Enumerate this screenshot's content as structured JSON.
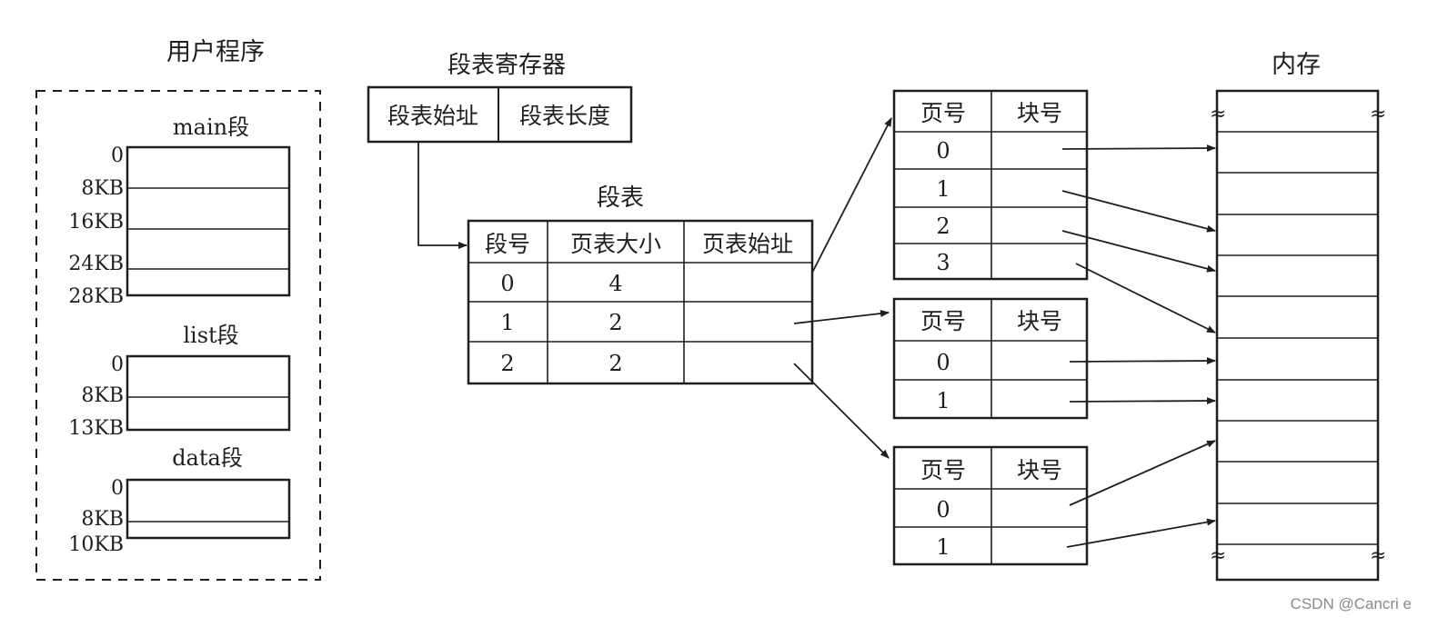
{
  "user_program": {
    "title": "用户程序",
    "segments": [
      {
        "name": "main段",
        "offsets": [
          "0",
          "8KB",
          "16KB",
          "24KB",
          "28KB"
        ]
      },
      {
        "name": "list段",
        "offsets": [
          "0",
          "8KB",
          "13KB"
        ]
      },
      {
        "name": "data段",
        "offsets": [
          "0",
          "8KB",
          "10KB"
        ]
      }
    ]
  },
  "segment_table_register": {
    "title": "段表寄存器",
    "fields": [
      "段表始址",
      "段表长度"
    ]
  },
  "segment_table": {
    "title": "段表",
    "headers": [
      "段号",
      "页表大小",
      "页表始址"
    ],
    "rows": [
      {
        "seg": "0",
        "size": "4"
      },
      {
        "seg": "1",
        "size": "2"
      },
      {
        "seg": "2",
        "size": "2"
      }
    ]
  },
  "page_tables": [
    {
      "headers": [
        "页号",
        "块号"
      ],
      "pages": [
        "0",
        "1",
        "2",
        "3"
      ]
    },
    {
      "headers": [
        "页号",
        "块号"
      ],
      "pages": [
        "0",
        "1"
      ]
    },
    {
      "headers": [
        "页号",
        "块号"
      ],
      "pages": [
        "0",
        "1"
      ]
    }
  ],
  "memory": {
    "title": "内存",
    "break_symbol": "≈"
  },
  "watermark": "CSDN @Cancri e"
}
